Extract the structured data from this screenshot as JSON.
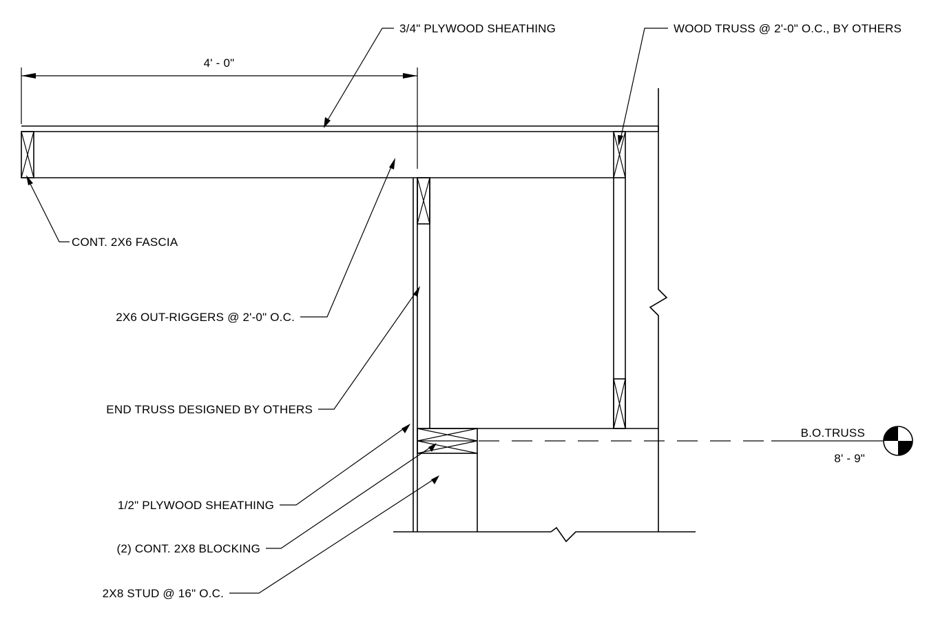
{
  "drawing": {
    "dimension": {
      "text": "4' - 0\""
    },
    "elevation": {
      "name": "B.O.TRUSS",
      "value": "8' - 9\""
    },
    "callouts": {
      "plywood_roof": "3/4\" PLYWOOD SHEATHING",
      "wood_truss": "WOOD TRUSS @ 2'-0\" O.C., BY OTHERS",
      "fascia": "CONT. 2X6 FASCIA",
      "outriggers": "2X6 OUT-RIGGERS @ 2'-0\" O.C.",
      "end_truss": "END TRUSS DESIGNED BY OTHERS",
      "plywood_wall": "1/2\" PLYWOOD SHEATHING",
      "blocking": "(2) CONT. 2X8 BLOCKING",
      "stud": "2X8 STUD @ 16\" O.C."
    }
  }
}
